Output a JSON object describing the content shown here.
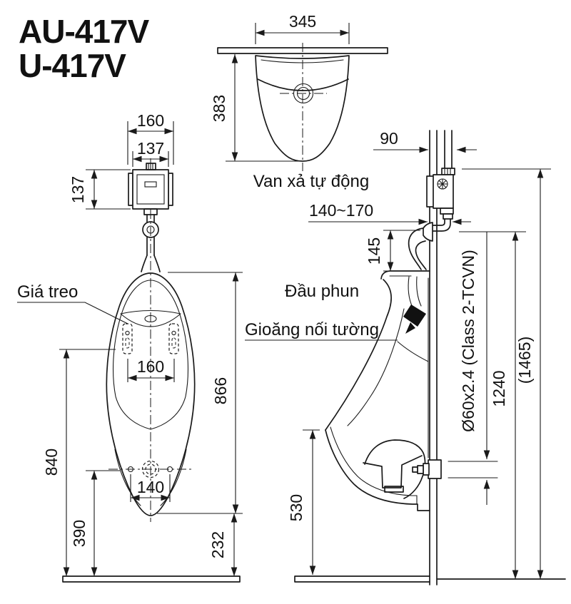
{
  "colors": {
    "ink": "#1a1a1a",
    "background": "#ffffff"
  },
  "title": {
    "model1": "AU-417V",
    "model2": "U-417V"
  },
  "top_view": {
    "caption": "Van xả tự động",
    "dim_width": "345",
    "dim_depth": "383"
  },
  "front_view": {
    "hanger_label": "Giá treo",
    "dim_valve_width": "160",
    "dim_valve_face": "137",
    "dim_valve_height": "137",
    "dim_hanger_pitch": "160",
    "dim_body_height": "866",
    "dim_hanger_height": "840",
    "dim_bolt_pitch": "140",
    "dim_drain_height": "390",
    "dim_bottom_height": "232"
  },
  "side_view": {
    "spray_label": "Đầu phun",
    "gasket_label": "Gioăng nối tường",
    "dim_wall_offset": "90",
    "dim_inlet_range": "140~170",
    "dim_inlet_drop": "145",
    "dim_pipe_spec": "Ø60x2.4 (Class 2-TCVN)",
    "dim_inlet_height": "1240",
    "dim_total_height": "(1465)",
    "dim_lip_height": "530"
  }
}
